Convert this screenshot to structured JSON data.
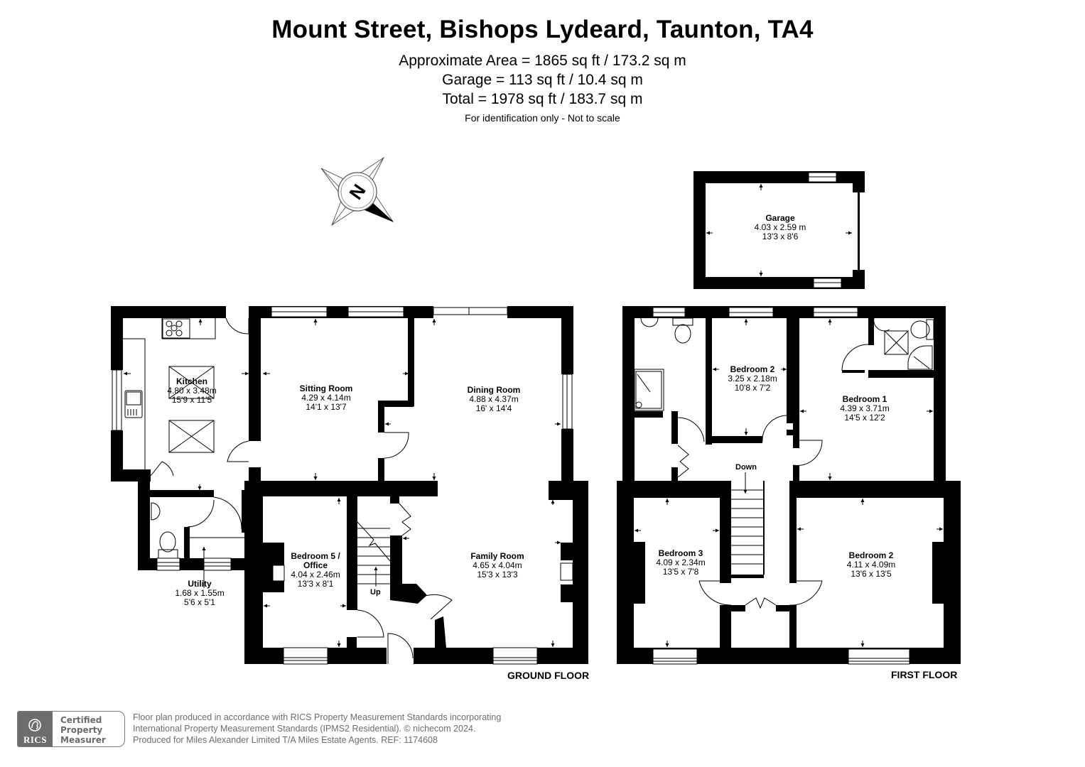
{
  "header": {
    "title": "Mount Street, Bishops Lydeard, Taunton, TA4",
    "approximate_area": "Approximate Area = 1865 sq ft / 173.2 sq m",
    "garage_area": "Garage = 113 sq ft / 10.4 sq m",
    "total_area": "Total = 1978 sq ft / 183.7 sq m",
    "disclaimer": "For identification only - Not to scale"
  },
  "compass": {
    "icon": "compass-north-icon",
    "letter": "N"
  },
  "ground_floor": {
    "label": "GROUND FLOOR",
    "stairs_label": "Up",
    "rooms": [
      {
        "name": "Kitchen",
        "metric": "4.80 x 3.48m",
        "imperial": "15'9 x 11'5"
      },
      {
        "name": "Sitting Room",
        "metric": "4.29 x 4.14m",
        "imperial": "14'1 x 13'7"
      },
      {
        "name": "Dining Room",
        "metric": "4.88 x 4.37m",
        "imperial": "16' x 14'4"
      },
      {
        "name": "Utility",
        "metric": "1.68 x 1.55m",
        "imperial": "5'6 x 5'1"
      },
      {
        "name": "Bedroom 5 /",
        "name2": "Office",
        "metric": "4.04 x 2.46m",
        "imperial": "13'3 x 8'1"
      },
      {
        "name": "Family Room",
        "metric": "4.65 x 4.04m",
        "imperial": "15'3 x 13'3"
      }
    ]
  },
  "first_floor": {
    "label": "FIRST FLOOR",
    "stairs_label": "Down",
    "rooms": [
      {
        "name": "Bedroom 2",
        "metric": "3.25 x 2.18m",
        "imperial": "10'8 x 7'2"
      },
      {
        "name": "Bedroom 1",
        "metric": "4.39 x 3.71m",
        "imperial": "14'5 x 12'2"
      },
      {
        "name": "Bedroom 3",
        "metric": "4.09 x 2.34m",
        "imperial": "13'5 x 7'8"
      },
      {
        "name": "Bedroom 2",
        "metric": "4.11 x 4.09m",
        "imperial": "13'6 x 13'5"
      }
    ]
  },
  "garage": {
    "name": "Garage",
    "metric": "4.03 x 2.59 m",
    "imperial": "13'3 x 8'6"
  },
  "footer": {
    "badge_org": "RICS",
    "badge_lines": [
      "Certified",
      "Property",
      "Measurer"
    ],
    "lines": [
      "Floor plan produced in accordance with RICS Property Measurement Standards incorporating",
      "International Property Measurement Standards (IPMS2 Residential).   © nichecom 2024.",
      "Produced for Miles Alexander Limited T/A Miles Estate Agents.   REF:  1174608"
    ]
  },
  "colors": {
    "wall": "#000000",
    "background": "#ffffff",
    "footer_gray": "#6d6d6d"
  }
}
